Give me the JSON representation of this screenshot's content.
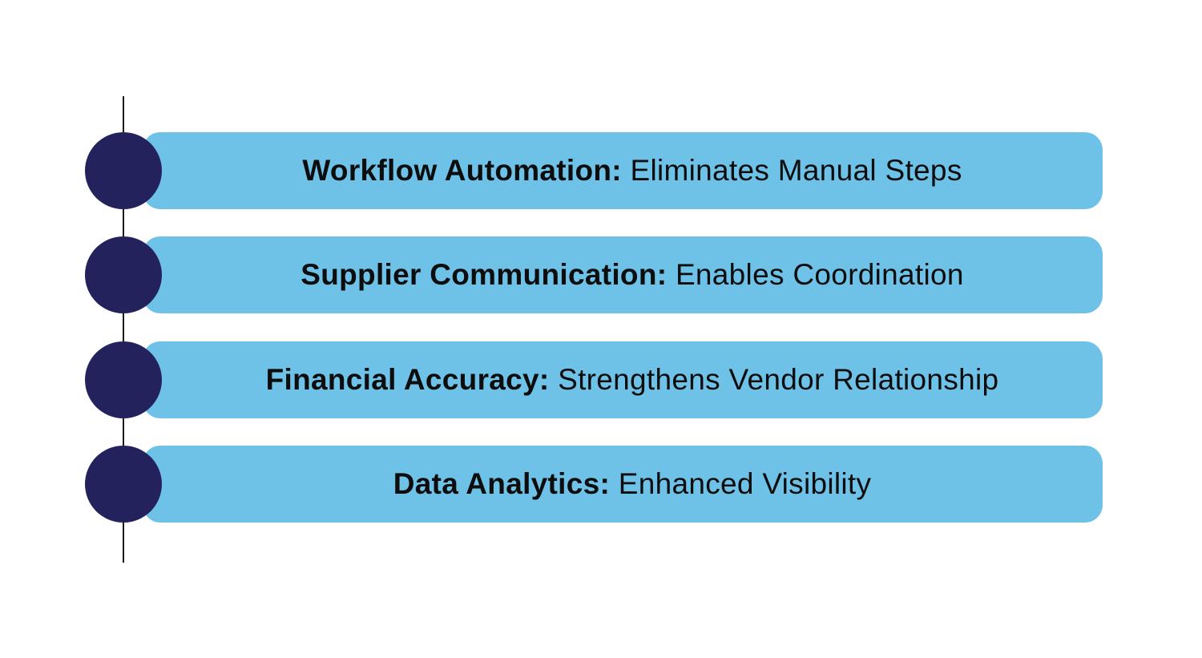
{
  "colors": {
    "bar": "#6ec1e7",
    "marker": "#24225d",
    "line": "#1a1a1a",
    "text": "#0d0d0d"
  },
  "steps": [
    {
      "title": "Workflow Automation:",
      "description": "Eliminates Manual Steps"
    },
    {
      "title": "Supplier Communication:",
      "description": "Enables Coordination"
    },
    {
      "title": "Financial Accuracy:",
      "description": "Strengthens Vendor Relationship"
    },
    {
      "title": "Data Analytics:",
      "description": "Enhanced Visibility"
    }
  ]
}
